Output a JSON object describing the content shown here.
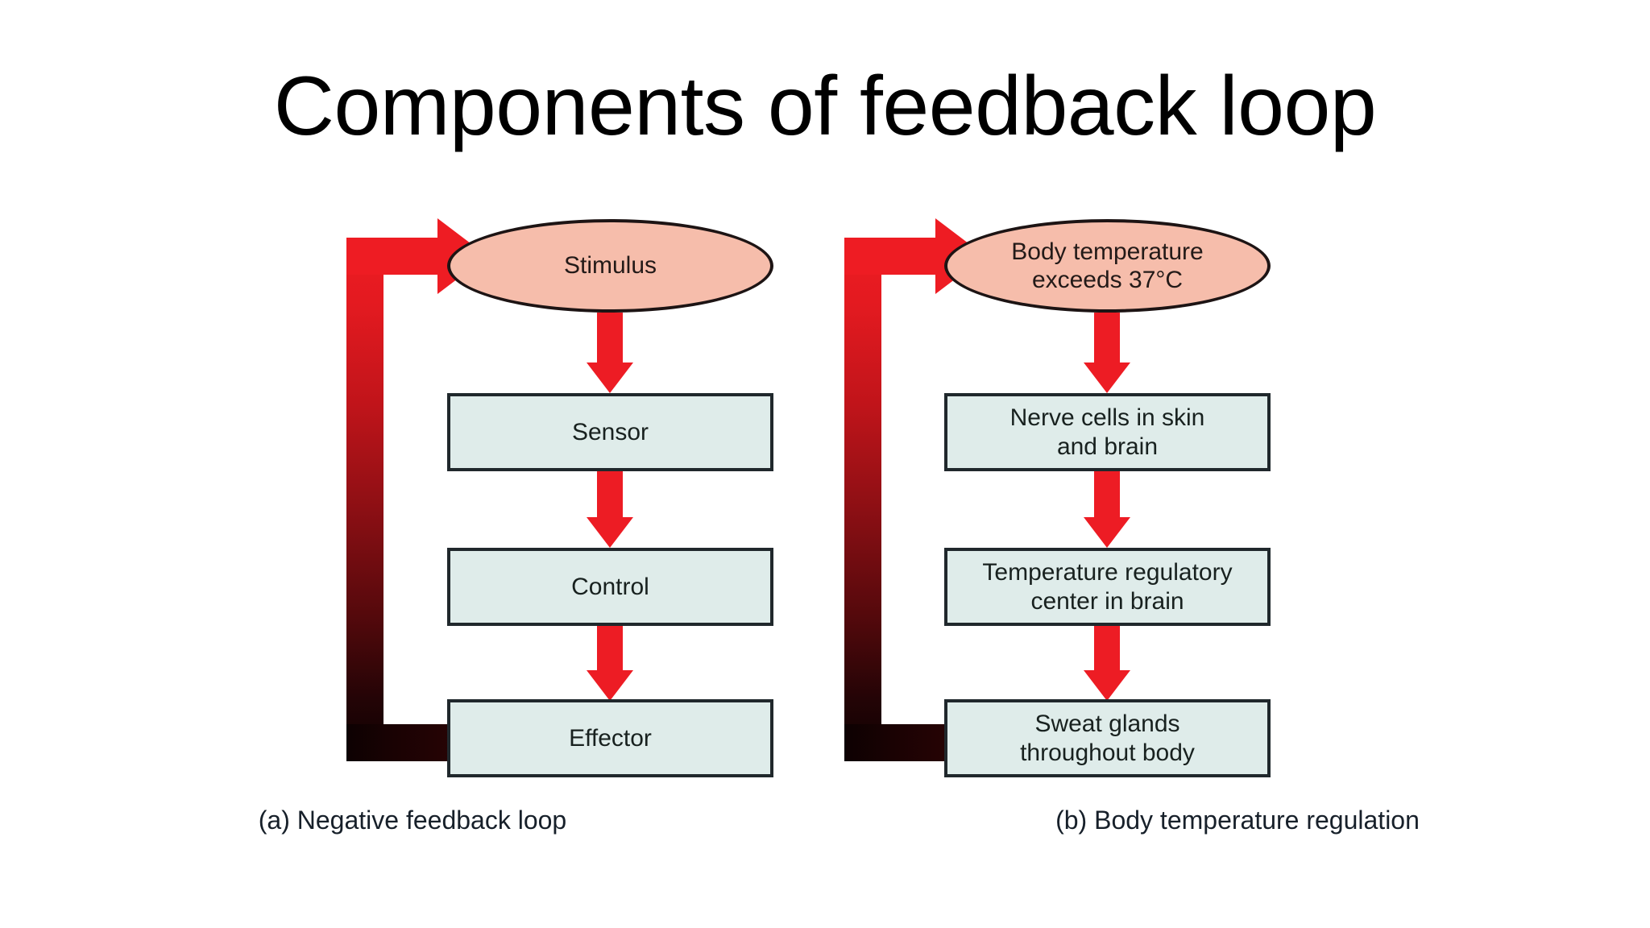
{
  "slide": {
    "title": "Components of feedback loop",
    "background_color": "#ffffff"
  },
  "colors": {
    "ellipse_fill": "#f6bdab",
    "ellipse_stroke": "#1d1414",
    "box_fill": "#dfecea",
    "box_stroke": "#20282c",
    "arrow_red": "#ed1c24",
    "arrow_gradient_dark": "#0d0102",
    "text": "#17202a"
  },
  "panels": [
    {
      "id": "a",
      "caption": "(a) Negative feedback loop",
      "stimulus": "Stimulus",
      "steps": [
        {
          "label": "Sensor"
        },
        {
          "label": "Control"
        },
        {
          "label": "Effector"
        }
      ]
    },
    {
      "id": "b",
      "caption": "(b) Body temperature regulation",
      "stimulus": "Body temperature\nexceeds 37°C",
      "steps": [
        {
          "label": "Nerve cells in skin\nand brain"
        },
        {
          "label": "Temperature regulatory\ncenter in brain"
        },
        {
          "label": "Sweat glands\nthroughout body"
        }
      ]
    }
  ]
}
